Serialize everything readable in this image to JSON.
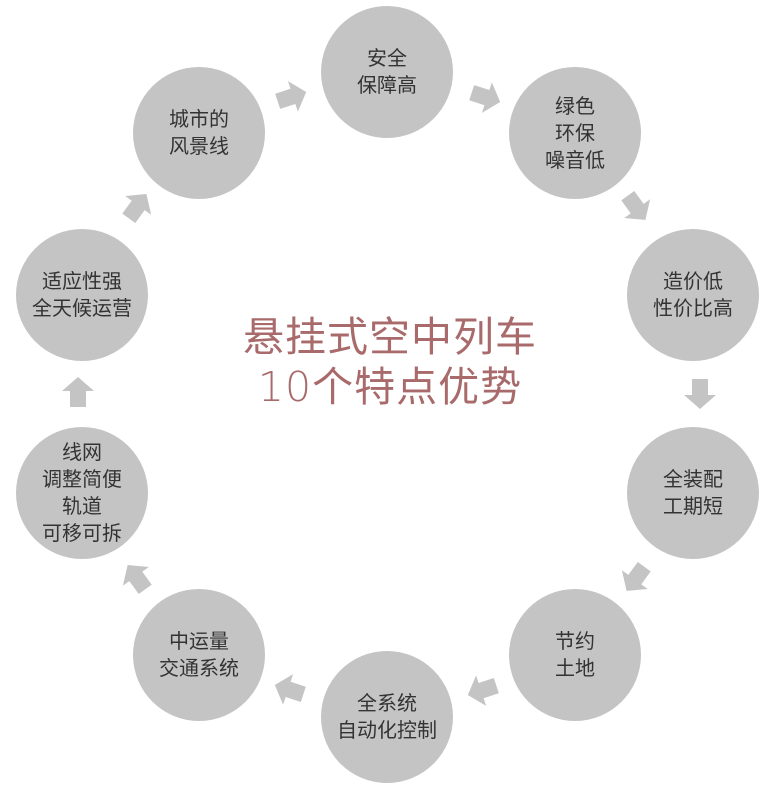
{
  "title": {
    "line1": "悬挂式空中列车",
    "line2": "10个特点优势"
  },
  "nodes": [
    {
      "lines": [
        "安全",
        "保障高"
      ]
    },
    {
      "lines": [
        "绿色",
        "环保",
        "噪音低"
      ]
    },
    {
      "lines": [
        "造价低",
        "性价比高"
      ]
    },
    {
      "lines": [
        "全装配",
        "工期短"
      ]
    },
    {
      "lines": [
        "节约",
        "土地"
      ]
    },
    {
      "lines": [
        "全系统",
        "自动化控制"
      ]
    },
    {
      "lines": [
        "中运量",
        "交通系统"
      ]
    },
    {
      "lines": [
        "线网",
        "调整简便",
        "轨道",
        "可移可拆"
      ]
    },
    {
      "lines": [
        "适应性强",
        "全天候运营"
      ]
    },
    {
      "lines": [
        "城市的",
        "风景线"
      ]
    }
  ],
  "colors": {
    "node": "#c4c4c4",
    "arrow": "#c4c4c4",
    "text": "#333333",
    "title": "#a86a6a"
  }
}
